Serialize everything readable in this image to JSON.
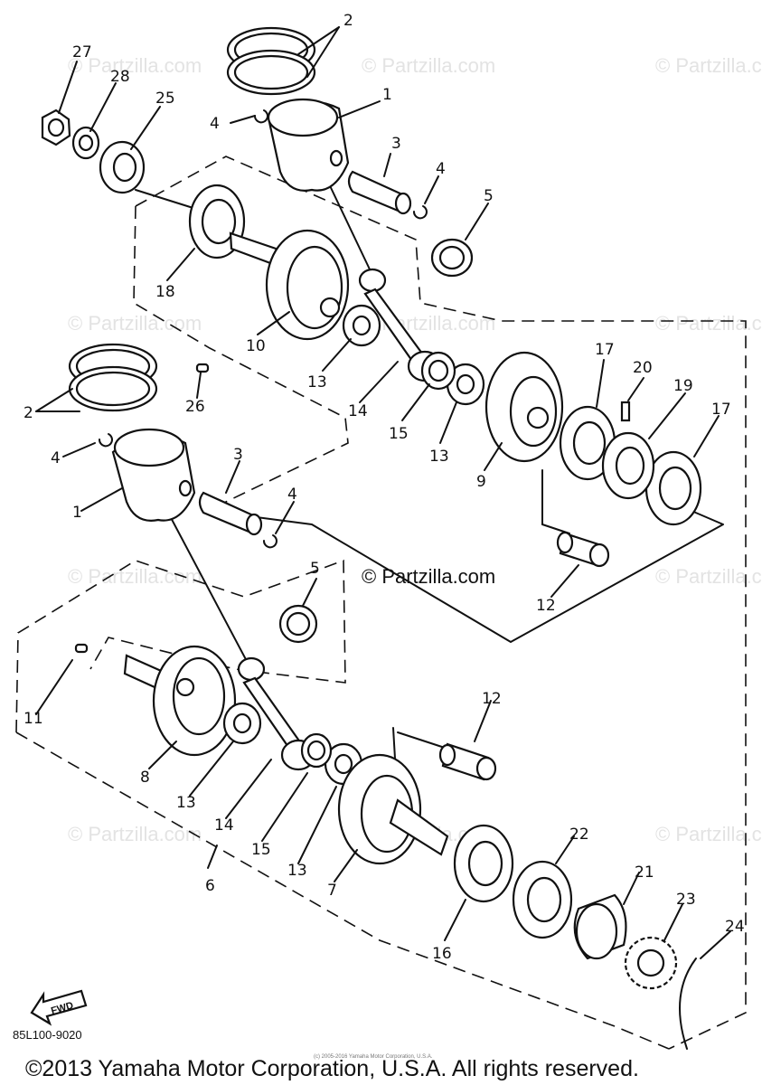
{
  "watermark": "© Partzilla.com",
  "watermark_main": "© Partzilla.com",
  "diagram_code": "85L100-9020",
  "fwd_label": "FWD",
  "tiny_credit": "(c) 2005-2016 Yamaha Motor Corporation, U.S.A.",
  "copyright": "©2013 Yamaha Motor Corporation, U.S.A. All rights reserved.",
  "callouts": {
    "c27": "27",
    "c28": "28",
    "c25": "25",
    "c2a": "2",
    "c1a": "1",
    "c4a": "4",
    "c3a": "3",
    "c4b": "4",
    "c5a": "5",
    "c18": "18",
    "c10": "10",
    "c26": "26",
    "c13a": "13",
    "c14a": "14",
    "c15a": "15",
    "c13b": "13",
    "c9": "9",
    "c17a": "17",
    "c20": "20",
    "c19": "19",
    "c17b": "17",
    "c2b": "2",
    "c4c": "4",
    "c1b": "1",
    "c3b": "3",
    "c4d": "4",
    "c5b": "5",
    "c12a": "12",
    "c11": "11",
    "c12b": "12",
    "c8": "8",
    "c13c": "13",
    "c14b": "14",
    "c15b": "15",
    "c13d": "13",
    "c7": "7",
    "c6": "6",
    "c16": "16",
    "c22": "22",
    "c21": "21",
    "c23": "23",
    "c24": "24"
  }
}
